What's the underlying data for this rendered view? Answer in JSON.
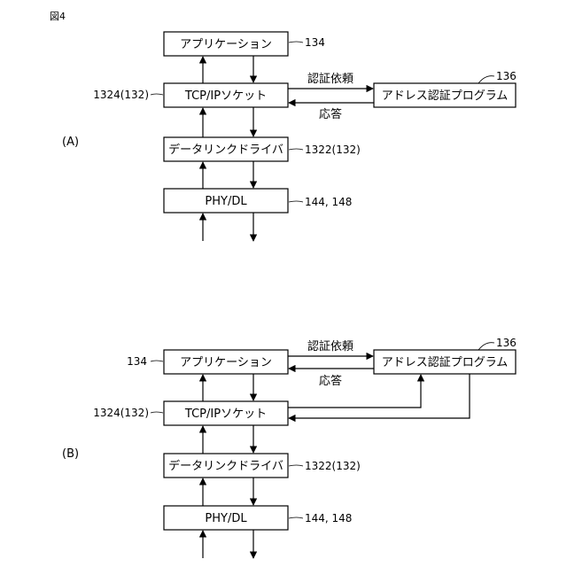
{
  "figure_label": "図4",
  "panel_a": {
    "label": "(A)",
    "boxes": {
      "app": "アプリケーション",
      "socket": "TCP/IPソケット",
      "driver": "データリンクドライバ",
      "phy": "PHY/DL",
      "auth": "アドレス認証プログラム"
    },
    "refs": {
      "app": "134",
      "socket": "1324(132)",
      "driver": "1322(132)",
      "phy": "144, 148",
      "auth": "136"
    },
    "arrows": {
      "request": "認証依頼",
      "response": "応答"
    }
  },
  "panel_b": {
    "label": "(B)",
    "boxes": {
      "app": "アプリケーション",
      "socket": "TCP/IPソケット",
      "driver": "データリンクドライバ",
      "phy": "PHY/DL",
      "auth": "アドレス認証プログラム"
    },
    "refs": {
      "app": "134",
      "socket": "1324(132)",
      "driver": "1322(132)",
      "phy": "144, 148",
      "auth": "136"
    },
    "arrows": {
      "request": "認証依頼",
      "response": "応答"
    }
  }
}
